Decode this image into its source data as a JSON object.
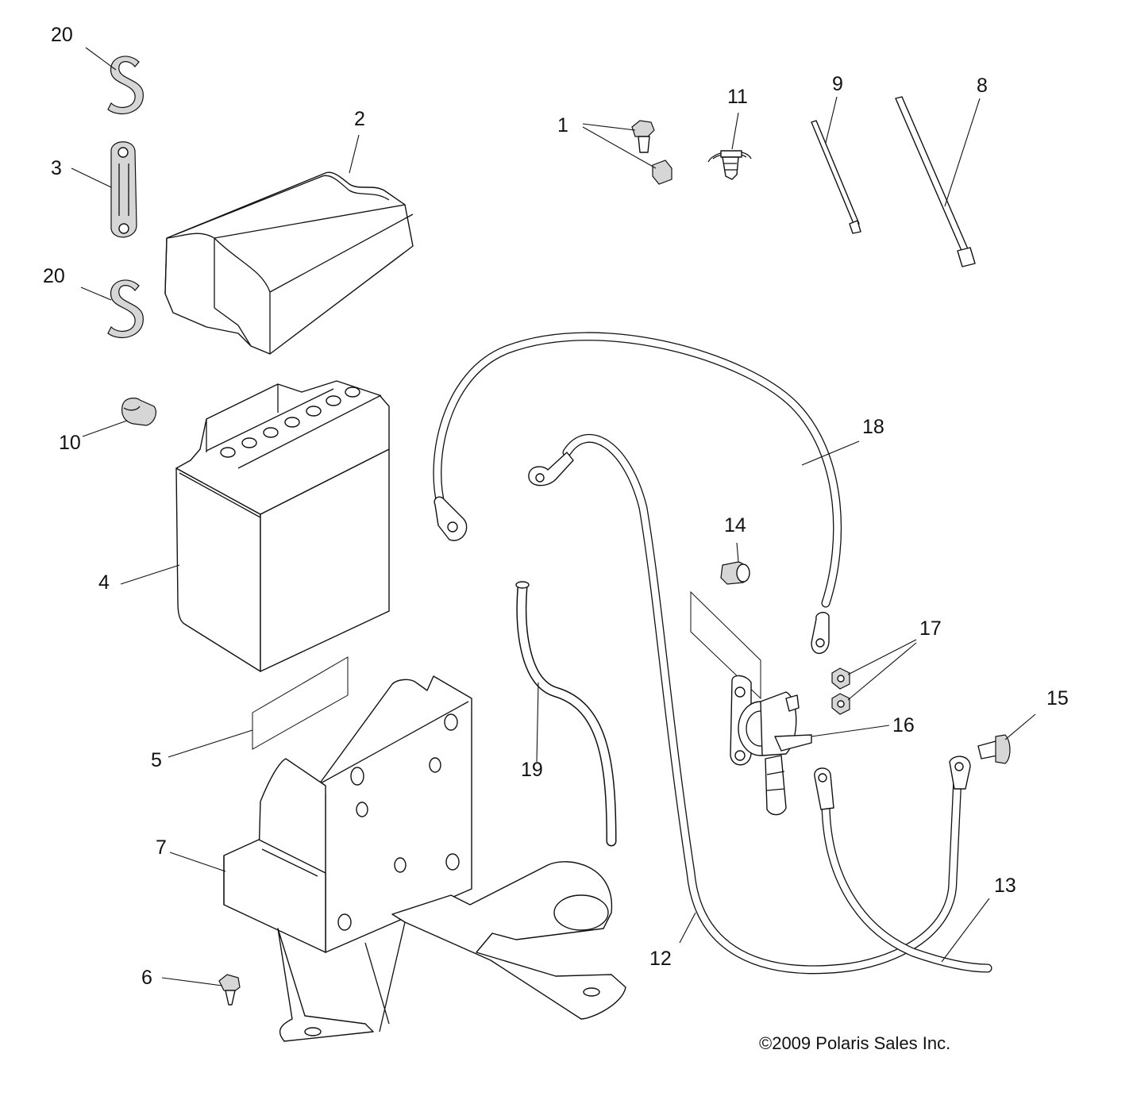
{
  "copyright": "©2009 Polaris Sales Inc.",
  "callouts": {
    "c1": "1",
    "c2": "2",
    "c3": "3",
    "c4": "4",
    "c5": "5",
    "c6": "6",
    "c7": "7",
    "c8": "8",
    "c9": "9",
    "c10": "10",
    "c11": "11",
    "c12": "12",
    "c13": "13",
    "c14": "14",
    "c15": "15",
    "c16": "16",
    "c17": "17",
    "c18": "18",
    "c19": "19",
    "c20a": "20",
    "c20b": "20"
  }
}
